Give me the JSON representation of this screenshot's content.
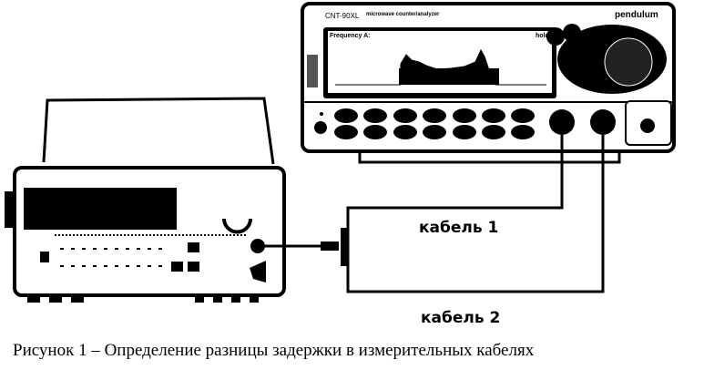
{
  "counter": {
    "model": "CNT-90XL",
    "subtitle": "microwave counter/analyzer",
    "brand": "pendulum",
    "screen_title": "Frequency A:",
    "screen_status": "hold"
  },
  "labels": {
    "cable1": "кабель 1",
    "cable2": "кабель 2"
  },
  "caption": "Рисунок 1 – Определение разницы задержки в измерительных кабелях"
}
